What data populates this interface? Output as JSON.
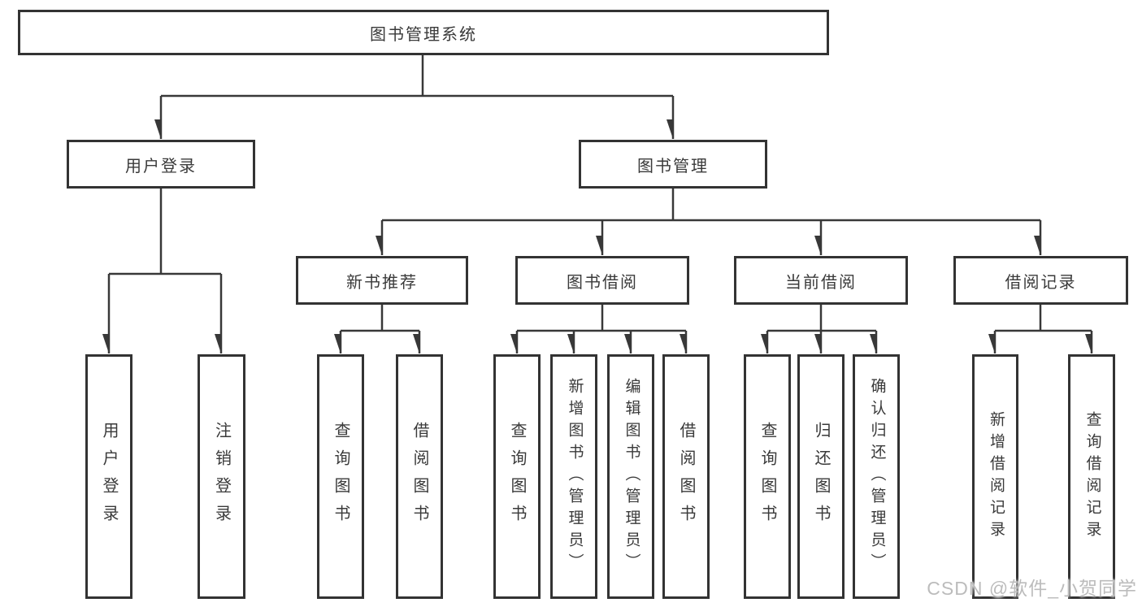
{
  "diagram": {
    "root_label": "图书管理系统",
    "branches": [
      {
        "label": "用户登录",
        "children": [
          {
            "label": "用户登录"
          },
          {
            "label": "注销登录"
          }
        ]
      },
      {
        "label": "图书管理",
        "groups": [
          {
            "label": "新书推荐",
            "children": [
              {
                "label": "查询图书"
              },
              {
                "label": "借阅图书"
              }
            ]
          },
          {
            "label": "图书借阅",
            "children": [
              {
                "label": "查询图书"
              },
              {
                "label": "新增图书（管理员）"
              },
              {
                "label": "编辑图书（管理员）"
              },
              {
                "label": "借阅图书"
              }
            ]
          },
          {
            "label": "当前借阅",
            "children": [
              {
                "label": "查询图书"
              },
              {
                "label": "归还图书"
              },
              {
                "label": "确认归还（管理员）"
              }
            ]
          },
          {
            "label": "借阅记录",
            "children": [
              {
                "label": "新增借阅记录"
              },
              {
                "label": "查询借阅记录"
              }
            ]
          }
        ]
      }
    ],
    "watermark": "CSDN @软件_小贺同学",
    "colors": {
      "box_border": "#333333",
      "connector": "#383838",
      "text": "#3a3a3a",
      "watermark": "#bcbcbc",
      "background": "#ffffff"
    }
  }
}
